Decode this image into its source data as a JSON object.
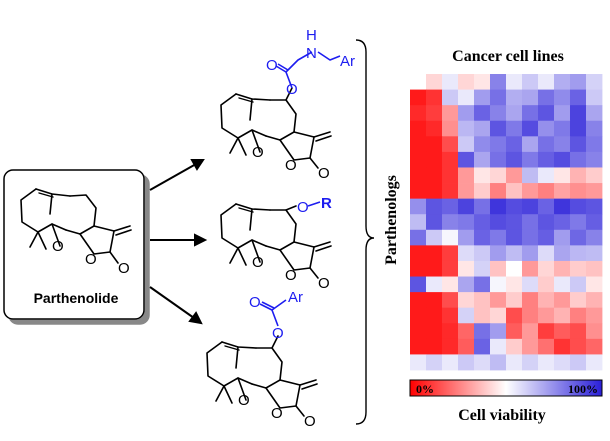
{
  "parthenolide_box": {
    "label": "Parthenolide"
  },
  "analogs": [
    {
      "substituent": "N-Ar",
      "atoms": [
        "H",
        "N",
        "Ar",
        "O",
        "O"
      ]
    },
    {
      "substituent": "O-R",
      "atoms": [
        "O",
        "R"
      ]
    },
    {
      "substituent": "O-Ar",
      "atoms": [
        "O",
        "Ar",
        "O"
      ]
    }
  ],
  "heatmap": {
    "title": "Cancer cell lines",
    "row_axis_label": "Parthenologs",
    "legend_min_label": "0%",
    "legend_max_label": "100%",
    "legend_title": "Cell viability",
    "colors": {
      "low": "#ff0000",
      "mid": "#ffffff",
      "high": "#2a1fd8"
    },
    "grid": {
      "rows": 19,
      "cols": 12
    },
    "values": [
      [
        0.5,
        0.42,
        0.55,
        0.42,
        0.45,
        0.78,
        0.55,
        0.62,
        0.55,
        0.68,
        0.72,
        0.6
      ],
      [
        0.05,
        0.1,
        0.62,
        0.55,
        0.72,
        0.82,
        0.68,
        0.7,
        0.82,
        0.76,
        0.85,
        0.62
      ],
      [
        0.08,
        0.12,
        0.3,
        0.72,
        0.85,
        0.78,
        0.7,
        0.82,
        0.88,
        0.72,
        0.92,
        0.7
      ],
      [
        0.05,
        0.08,
        0.28,
        0.66,
        0.7,
        0.88,
        0.8,
        0.9,
        0.75,
        0.8,
        0.92,
        0.78
      ],
      [
        0.05,
        0.05,
        0.15,
        0.62,
        0.76,
        0.8,
        0.85,
        0.7,
        0.82,
        0.78,
        0.88,
        0.8
      ],
      [
        0.05,
        0.05,
        0.1,
        0.88,
        0.7,
        0.82,
        0.88,
        0.8,
        0.86,
        0.9,
        0.82,
        0.78
      ],
      [
        0.05,
        0.05,
        0.1,
        0.3,
        0.45,
        0.42,
        0.3,
        0.65,
        0.55,
        0.45,
        0.35,
        0.4
      ],
      [
        0.05,
        0.05,
        0.1,
        0.3,
        0.4,
        0.25,
        0.38,
        0.3,
        0.25,
        0.32,
        0.28,
        0.3
      ],
      [
        0.75,
        0.88,
        0.85,
        0.92,
        0.82,
        0.95,
        0.9,
        0.92,
        0.85,
        0.95,
        0.9,
        0.88
      ],
      [
        0.65,
        0.88,
        0.78,
        0.8,
        0.86,
        0.9,
        0.88,
        0.82,
        0.88,
        0.85,
        0.8,
        0.86
      ],
      [
        0.82,
        0.62,
        0.52,
        0.72,
        0.85,
        0.8,
        0.88,
        0.82,
        0.86,
        0.72,
        0.84,
        0.78
      ],
      [
        0.05,
        0.05,
        0.12,
        0.58,
        0.62,
        0.72,
        0.65,
        0.72,
        0.58,
        0.7,
        0.66,
        0.65
      ],
      [
        0.05,
        0.05,
        0.12,
        0.45,
        0.6,
        0.38,
        0.5,
        0.3,
        0.42,
        0.35,
        0.4,
        0.38
      ],
      [
        0.88,
        0.55,
        0.45,
        0.7,
        0.82,
        0.52,
        0.45,
        0.58,
        0.4,
        0.55,
        0.62,
        0.45
      ],
      [
        0.05,
        0.05,
        0.15,
        0.42,
        0.38,
        0.3,
        0.4,
        0.25,
        0.35,
        0.3,
        0.4,
        0.35
      ],
      [
        0.05,
        0.05,
        0.1,
        0.6,
        0.38,
        0.42,
        0.15,
        0.25,
        0.3,
        0.35,
        0.25,
        0.3
      ],
      [
        0.05,
        0.05,
        0.08,
        0.2,
        0.82,
        0.72,
        0.18,
        0.3,
        0.12,
        0.18,
        0.15,
        0.28
      ],
      [
        0.05,
        0.05,
        0.08,
        0.18,
        0.85,
        0.55,
        0.4,
        0.3,
        0.22,
        0.1,
        0.15,
        0.2
      ],
      [
        0.55,
        0.6,
        0.55,
        0.62,
        0.58,
        0.65,
        0.55,
        0.6,
        0.55,
        0.58,
        0.62,
        0.55
      ]
    ]
  }
}
